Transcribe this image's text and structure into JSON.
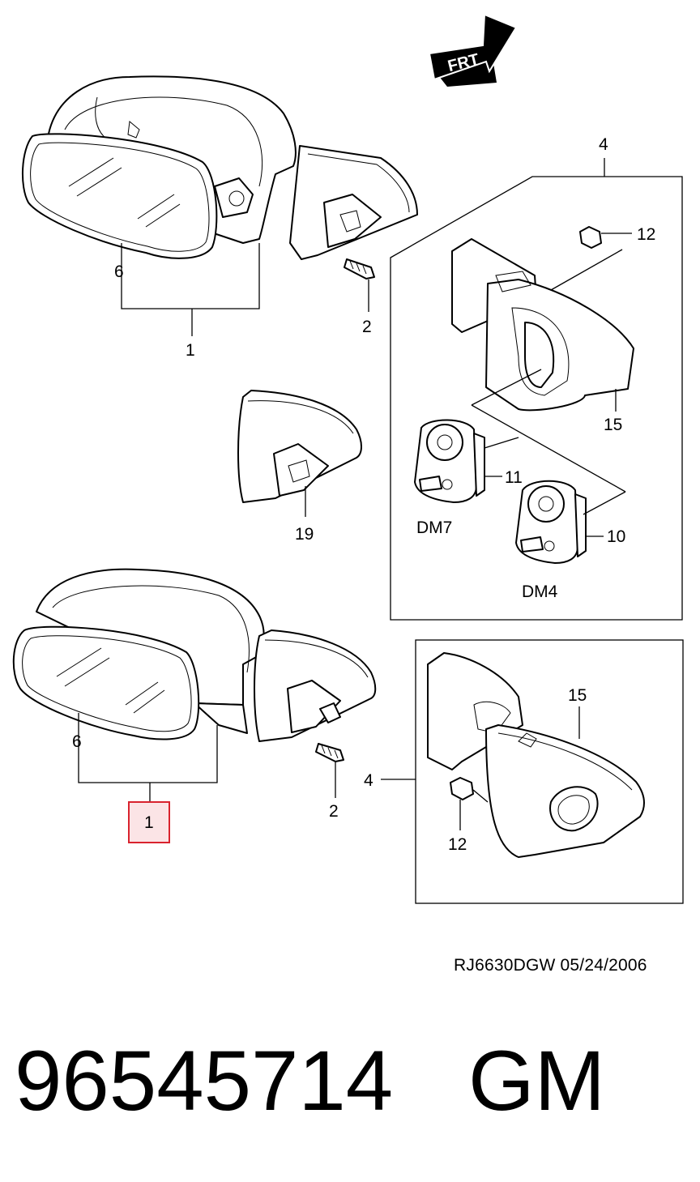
{
  "header": {
    "direction_label": "FRT"
  },
  "callouts": {
    "upper_assembly": "1",
    "upper_glass": "6",
    "upper_bolt": "2",
    "upper_kit": "4",
    "upper_nut": "12",
    "upper_cover": "15",
    "switch_a": "11",
    "switch_b": "10",
    "switch_a_variant": "DM7",
    "switch_b_variant": "DM4",
    "base_cover": "19",
    "lower_assembly": "1",
    "lower_glass": "6",
    "lower_bolt": "2",
    "lower_kit": "4",
    "lower_cover": "15",
    "lower_nut": "12"
  },
  "footer": {
    "reference": "RJ6630DGW  05/24/2006",
    "part_number": "96545714",
    "brand": "GM"
  },
  "colors": {
    "highlight_border": "#d9232e",
    "highlight_fill": "#fbe4e6"
  }
}
